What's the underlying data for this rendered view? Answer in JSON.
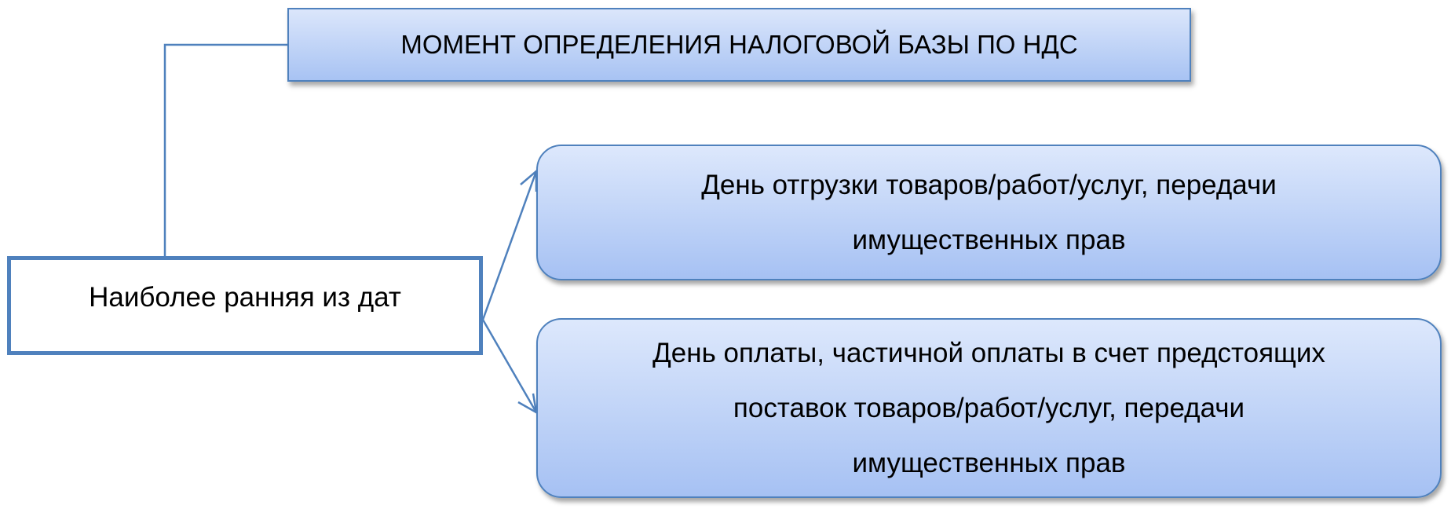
{
  "title": "МОМЕНТ ОПРЕДЕЛЕНИЯ НАЛОГОВОЙ БАЗЫ ПО НДС",
  "rule": "Наиболее ранняя из дат",
  "options": [
    {
      "line1": "День отгрузки товаров/работ/услуг, передачи",
      "line2": "имущественных прав"
    },
    {
      "line1": "День оплаты, частичной оплаты в счет предстоящих",
      "line2": "поставок товаров/работ/услуг, передачи",
      "line3": "имущественных прав"
    }
  ],
  "colors": {
    "border": "#4f81bd",
    "fill_top": "#dde8fc",
    "fill_bottom": "#a6c1f3"
  }
}
